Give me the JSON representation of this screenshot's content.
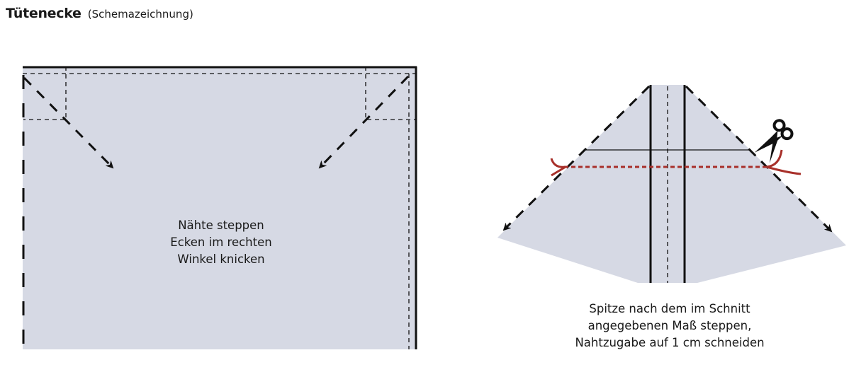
{
  "title": {
    "main": "Tütenecke",
    "sub": "(Schemazeichnung)"
  },
  "left_panel": {
    "caption_lines": [
      "Nähte steppen",
      "Ecken im rechten",
      "Winkel knicken"
    ]
  },
  "right_panel": {
    "caption_lines": [
      "Spitze nach dem im Schnitt",
      "angegebenen Maß steppen,",
      "Nahtzugabe auf 1 cm schneiden"
    ]
  },
  "icons": [
    "scissors-icon",
    "arrow-icon"
  ],
  "colors": {
    "fabric": "#d6d9e4",
    "line": "#111111",
    "cut_line": "#a8302a",
    "background": "#ffffff"
  }
}
